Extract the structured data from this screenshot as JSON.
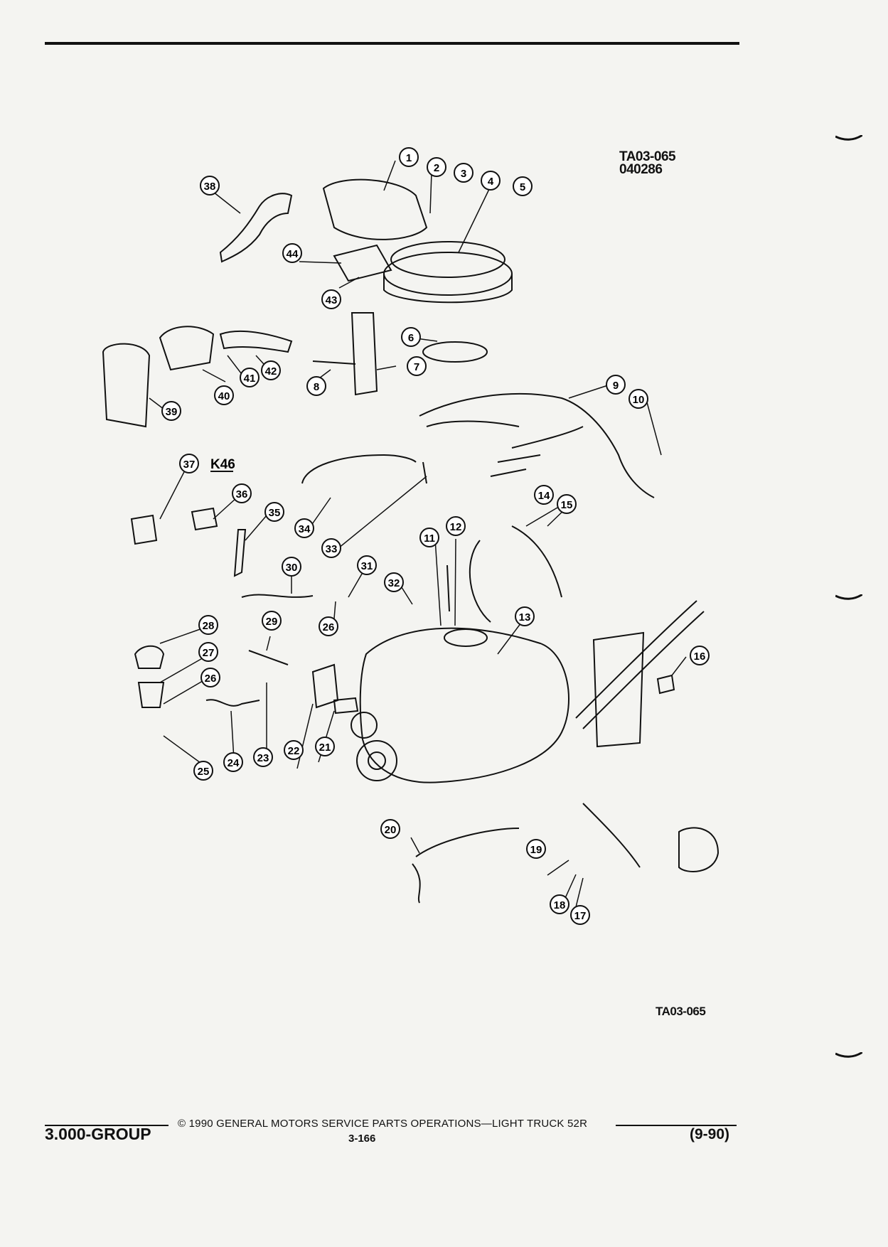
{
  "figure": {
    "code_line1": "TA03-065",
    "code_line2": "040286",
    "reference": "TA03-065",
    "option_code": "K46",
    "callouts": [
      "1",
      "2",
      "3",
      "4",
      "5",
      "6",
      "7",
      "8",
      "9",
      "10",
      "11",
      "12",
      "13",
      "14",
      "15",
      "16",
      "17",
      "18",
      "19",
      "20",
      "21",
      "22",
      "23",
      "24",
      "25",
      "26",
      "26",
      "27",
      "28",
      "29",
      "30",
      "31",
      "32",
      "33",
      "34",
      "35",
      "36",
      "37",
      "38",
      "39",
      "40",
      "41",
      "42",
      "43",
      "44"
    ]
  },
  "footer": {
    "group": "3.000-GROUP",
    "copyright": "© 1990 GENERAL MOTORS SERVICE PARTS OPERATIONS—LIGHT TRUCK 52R",
    "page": "3-166",
    "revision": "(9-90)"
  }
}
